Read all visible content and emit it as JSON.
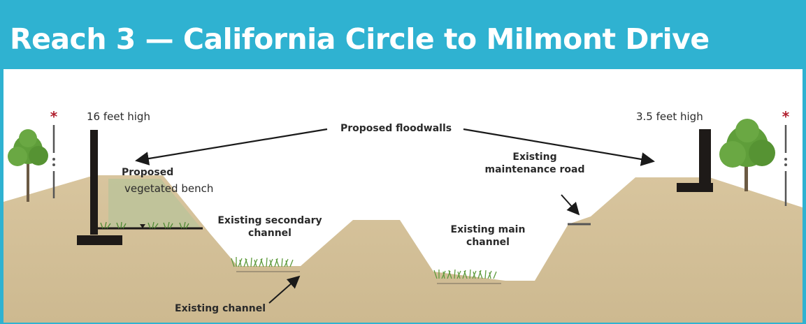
{
  "title": "Reach 3 — California Circle to Milmont Drive",
  "labels": {
    "left_height": "16 feet high",
    "right_height": "3.5 feet high",
    "floodwalls": "Proposed floodwalls",
    "bench_line1": "Proposed",
    "bench_line2": "vegetated bench",
    "secondary_line1": "Existing secondary",
    "secondary_line2": "channel",
    "main_line1": "Existing main",
    "main_line2": "channel",
    "road_line1": "Existing",
    "road_line2": "maintenance road",
    "channel": "Existing channel"
  },
  "colors": {
    "banner": "#2fb2d1",
    "ground": "#d8c59e",
    "bench": "#bcc39a",
    "wall": "#1e1a18",
    "tree": "#5f9e3a",
    "marker": "#b01e2d"
  }
}
